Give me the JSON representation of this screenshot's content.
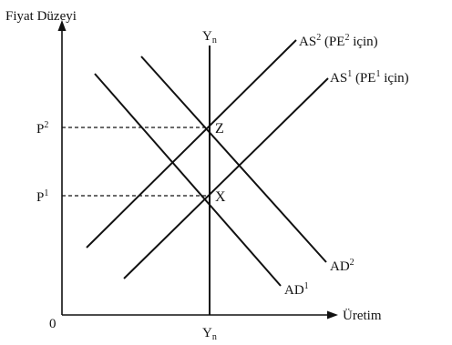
{
  "axes": {
    "y_label": "Fiyat Düzeyi",
    "x_label": "Üretim",
    "origin_label": "0"
  },
  "yn_line": {
    "top_label": {
      "base": "Y",
      "sub": "n"
    },
    "bottom_label": {
      "base": "Y",
      "sub": "n"
    }
  },
  "price_levels": {
    "p2": {
      "base": "P",
      "sup": "2"
    },
    "p1": {
      "base": "P",
      "sup": "1"
    }
  },
  "curves": {
    "as2": {
      "base": "AS",
      "sup": "2",
      "rest_open": " (PE",
      "rest_sup": "2",
      "rest_close": " için)"
    },
    "as1": {
      "base": "AS",
      "sup": "1",
      "rest_open": " (PE",
      "rest_sup": "1",
      "rest_close": " için)"
    },
    "ad2": {
      "base": "AD",
      "sup": "2"
    },
    "ad1": {
      "base": "AD",
      "sup": "1"
    }
  },
  "points": {
    "z": "Z",
    "x": "X"
  },
  "colors": {
    "ink": "#111111",
    "background": "#ffffff"
  }
}
